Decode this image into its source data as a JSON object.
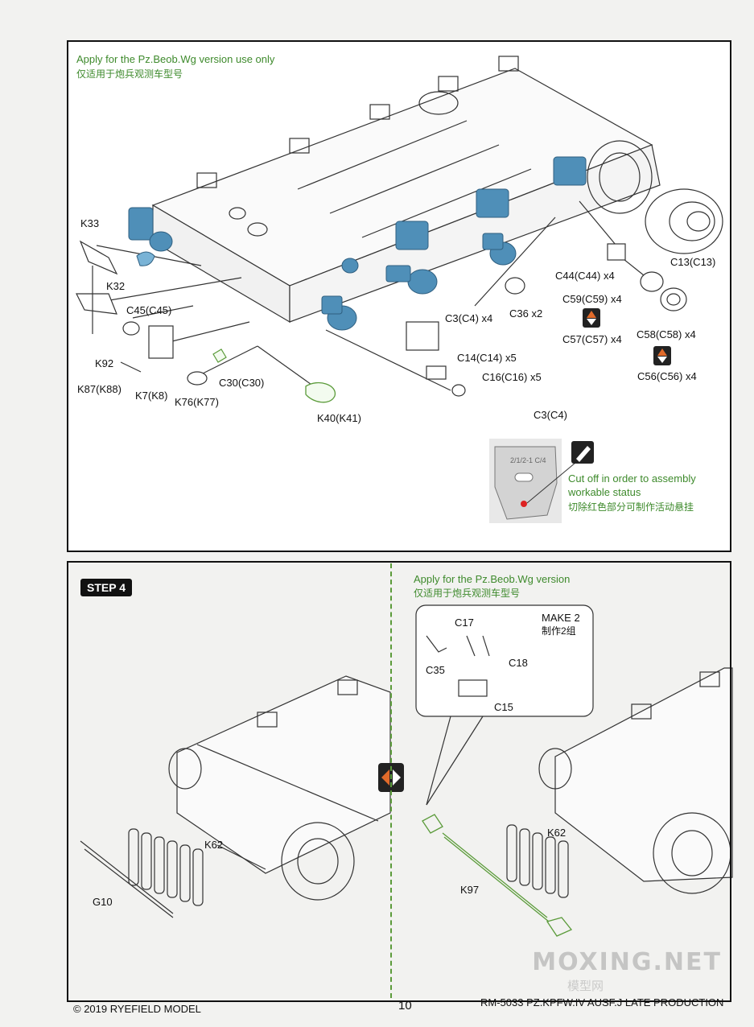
{
  "top_panel": {
    "note_en": "Apply for the Pz.Beob.Wg version use only",
    "note_cn": "仅适用于炮兵观测车型号",
    "parts": {
      "k33": "K33",
      "k32": "K32",
      "c45": "C45(C45)",
      "k92": "K92",
      "k87": "K87(K88)",
      "k7": "K7(K8)",
      "k76": "K76(K77)",
      "c30": "C30(C30)",
      "k40": "K40(K41)",
      "c16": "C16(C16) x5",
      "c14": "C14(C14) x5",
      "c3": "C3(C4) x4",
      "c36": "C36 x2",
      "c44": "C44(C44) x4",
      "c59": "C59(C59) x4",
      "c57": "C57(C57) x4",
      "c58": "C58(C58) x4",
      "c56": "C56(C56) x4",
      "c13": "C13(C13)"
    },
    "inset": {
      "title": "C3(C4)",
      "stamp": "2/1/2-1 C/4",
      "cut_en_1": "Cut off in order to assembly",
      "cut_en_2": "workable status",
      "cut_cn": "切除红色部分可制作活动悬挂"
    }
  },
  "step4": {
    "badge": "STEP 4",
    "note_en": "Apply for the Pz.Beob.Wg version",
    "note_cn": "仅适用于炮兵观测车型号",
    "make_en": "MAKE 2",
    "make_cn": "制作2组",
    "parts": {
      "c17": "C17",
      "c35": "C35",
      "c18": "C18",
      "c15": "C15",
      "k62_left": "K62",
      "g10": "G10",
      "k62_right": "K62",
      "k97": "K97"
    }
  },
  "footer": {
    "copyright": "© 2019 RYEFIELD MODEL",
    "page": "10",
    "product": "RM-5033 PZ.KPFW.IV AUSF.J LATE PRODUCTION"
  },
  "watermark": {
    "main": "MOXING.NET",
    "sub": "模型网"
  },
  "colors": {
    "part_blue": "#4f8fb8",
    "note_green": "#3e8a2c",
    "arrow_orange": "#e06a2a"
  }
}
